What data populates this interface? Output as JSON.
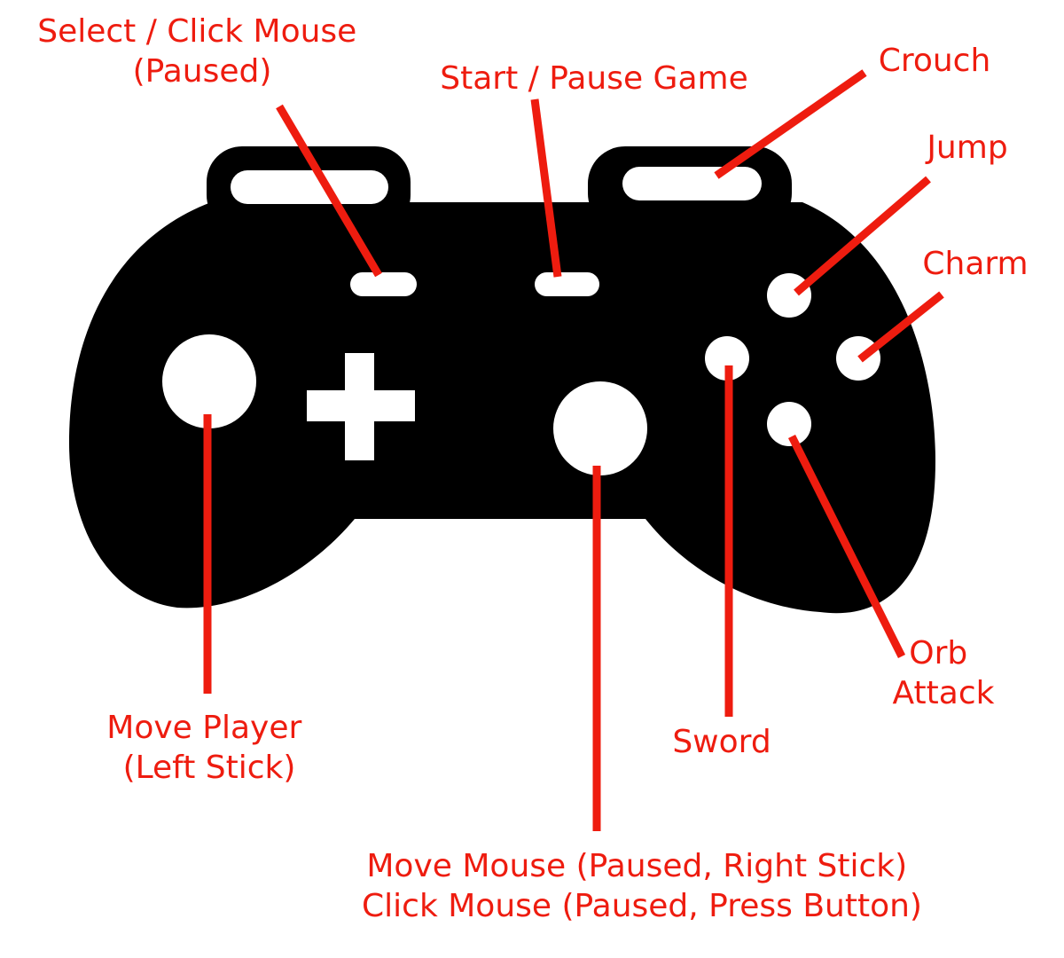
{
  "colors": {
    "label": "#ee1c0f",
    "controller": "#000000",
    "buttons": "#ffffff",
    "background": "#ffffff"
  },
  "icons": {
    "controller": "gamepad-icon"
  },
  "labels": {
    "select": [
      "Select / Click Mouse",
      "(Paused)"
    ],
    "start": [
      "Start / Pause Game"
    ],
    "crouch": [
      "Crouch"
    ],
    "jump": [
      "Jump"
    ],
    "charm": [
      "Charm"
    ],
    "orb_attack": [
      "Orb",
      "Attack"
    ],
    "sword": [
      "Sword"
    ],
    "move_player": [
      "Move Player",
      "(Left Stick)"
    ],
    "move_mouse": [
      "Move Mouse (Paused, Right Stick)",
      "Click Mouse (Paused, Press Button)"
    ]
  }
}
